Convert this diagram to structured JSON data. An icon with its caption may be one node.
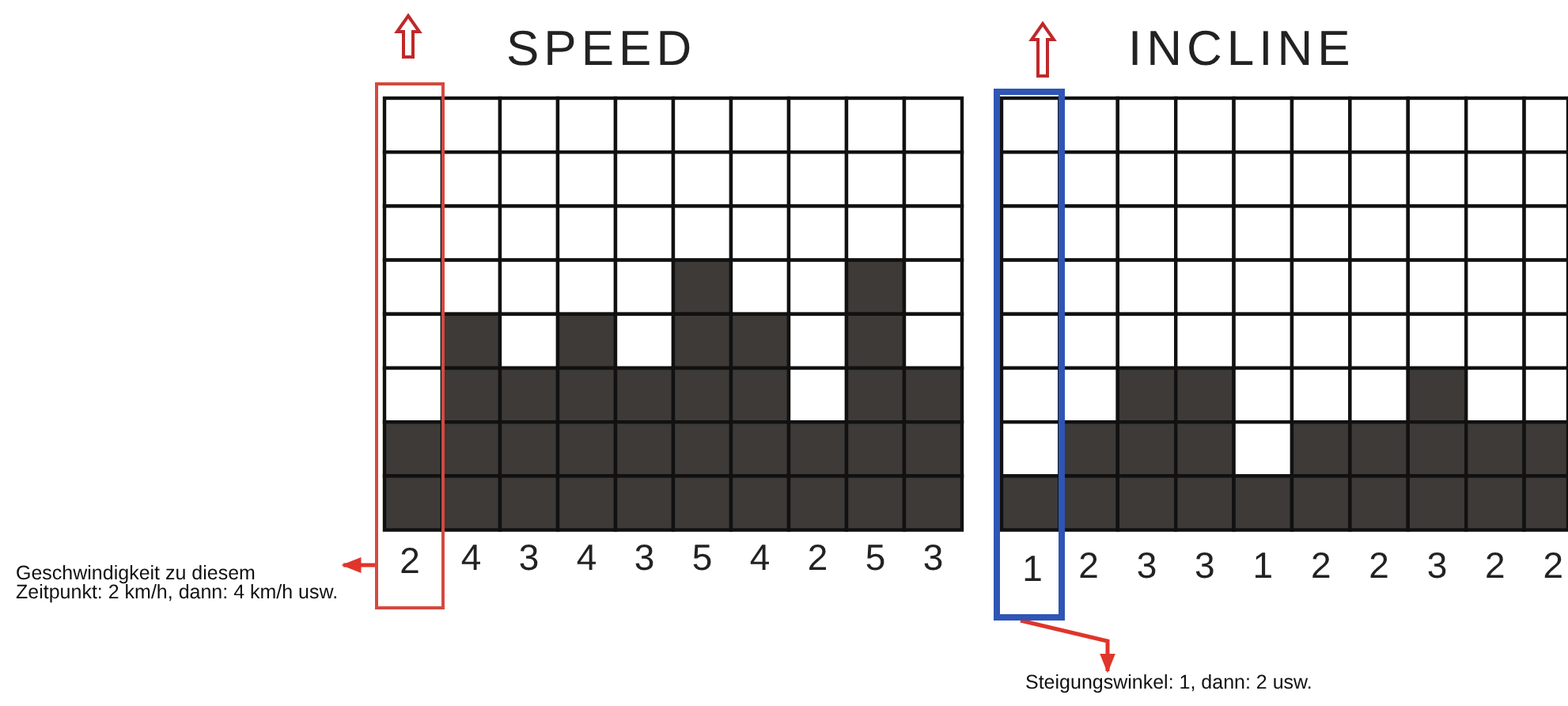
{
  "diagram": {
    "nodes": [
      {
        "text": [
          "2"
        ]
      },
      {
        "text": [
          "Geschwindigkeit zu diesem Zeitpunkt: 2 km/h, dann: 4 km/h usw."
        ]
      },
      {
        "text": [
          "1"
        ]
      },
      {
        "text": [
          "Steigungswinkel: 1, dann: 2 usw."
        ]
      }
    ],
    "edges": [
      {
        "from": 0,
        "to": 1,
        "arrow": "to"
      },
      {
        "from": 2,
        "to": 3,
        "arrow": "to"
      }
    ],
    "labels": [
      "SPEED",
      "4",
      "3",
      "4",
      "3",
      "5",
      "4",
      "2",
      "5",
      "3",
      "INCLINE",
      "2",
      "3",
      "3",
      "1",
      "2",
      "2",
      "3",
      "2",
      "2"
    ]
  }
}
